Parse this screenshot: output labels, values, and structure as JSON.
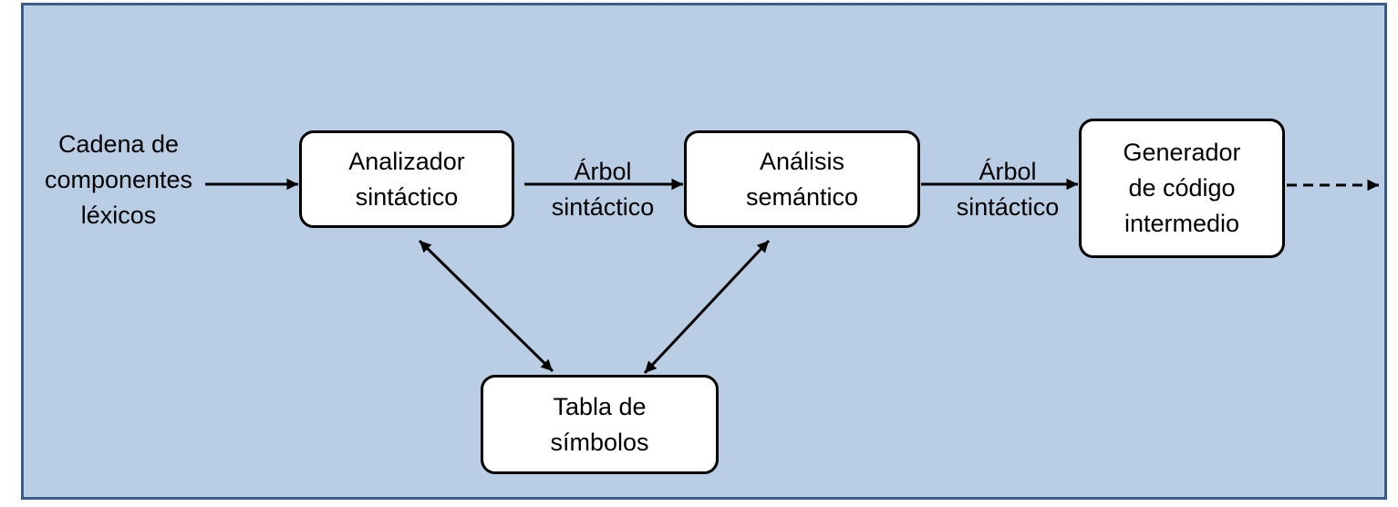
{
  "diagram": {
    "input_label": [
      "Cadena de",
      "componentes",
      "léxicos"
    ],
    "nodes": {
      "parser": [
        "Analizador",
        "sintáctico"
      ],
      "semantic": [
        "Análisis",
        "semántico"
      ],
      "codegen": [
        "Generador",
        "de código",
        "intermedio"
      ],
      "symtab": [
        "Tabla de",
        "símbolos"
      ]
    },
    "edge_labels": {
      "parser_to_semantic": [
        "Árbol",
        "sintáctico"
      ],
      "semantic_to_codegen": [
        "Árbol",
        "sintáctico"
      ]
    }
  },
  "colors": {
    "panel_fill": "#b9cde5",
    "panel_border": "#385d8a",
    "box_fill": "#ffffff",
    "line": "#000000"
  }
}
